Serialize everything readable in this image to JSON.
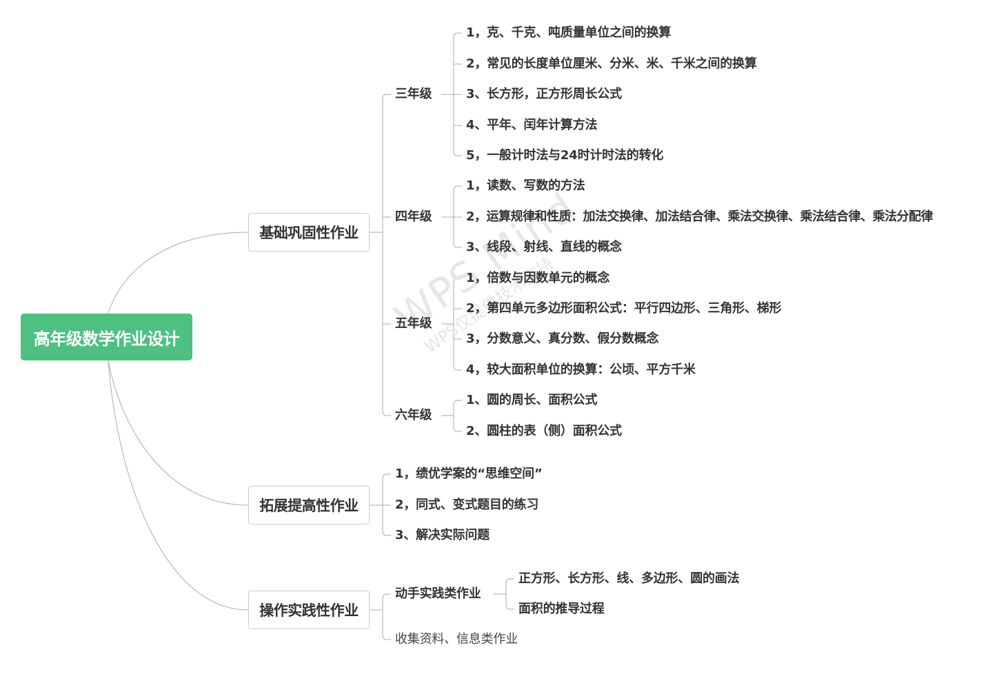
{
  "root": {
    "label": "高年级数学作业设计",
    "color": "#4dc082"
  },
  "branches": [
    {
      "label": "基础巩固性作业",
      "groups": [
        {
          "label": "三年级",
          "items": [
            "1，克、千克、吨质量单位之间的换算",
            "2，常见的长度单位厘米、分米、米、千米之间的换算",
            "3、长方形，正方形周长公式",
            "4、平年、闰年计算方法",
            "5，一般计时法与24时计时法的转化"
          ]
        },
        {
          "label": "四年级",
          "items": [
            "1，读数、写数的方法",
            "2，运算规律和性质：加法交换律、加法结合律、乘法交换律、乘法结合律、乘法分配律",
            "3、线段、射线、直线的概念"
          ]
        },
        {
          "label": "五年级",
          "items": [
            "1，倍数与因数单元的概念",
            "2，第四单元多边形面积公式：平行四边形、三角形、梯形",
            "3，分数意义、真分数、假分数概念",
            "4，较大面积单位的换算：公顷、平方千米"
          ]
        },
        {
          "label": "六年级",
          "items": [
            "1、圆的周长、面积公式",
            "2、圆柱的表（侧）面积公式"
          ]
        }
      ]
    },
    {
      "label": "拓展提高性作业",
      "items": [
        "1，绩优学案的“思维空间”",
        "2，同式、变式题目的练习",
        "3、解决实际问题"
      ]
    },
    {
      "label": "操作实践性作业",
      "sub": [
        {
          "label": "动手实践类作业",
          "items": [
            "正方形、长方形、线、多边形、圆的画法",
            "面积的推导过程"
          ]
        },
        {
          "label": "收集资料、信息类作业"
        }
      ]
    }
  ],
  "watermark": {
    "line1": "WPS Mind",
    "line2": "WPS仅提供技术支持"
  }
}
